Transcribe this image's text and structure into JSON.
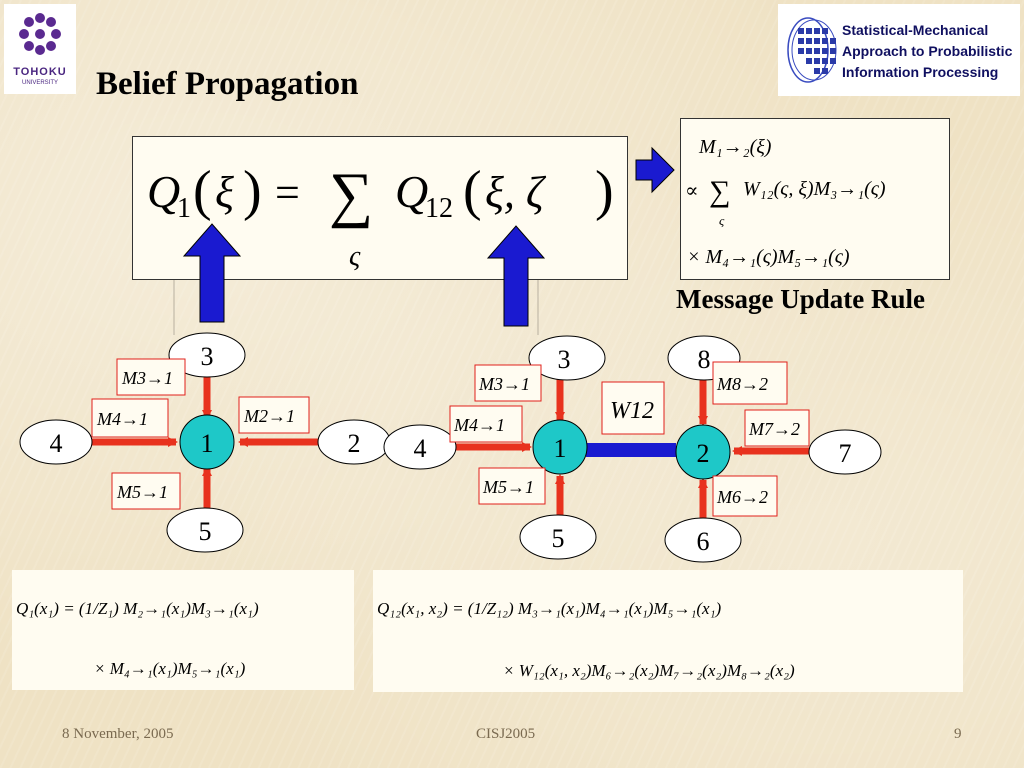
{
  "title": "Belief Propagation",
  "logo_left": {
    "line1": "TOHOKU",
    "line2": "UNIVERSITY"
  },
  "logo_right": {
    "line1": "Statistical-Mechanical",
    "line2": "Approach to Probabilistic",
    "line3": "Information Processing"
  },
  "main_equation": {
    "lhs_symbol": "Q",
    "lhs_sub": "1",
    "lhs_arg": "ξ",
    "equals": "=",
    "sum": "∑",
    "sum_index": "ς",
    "rhs_symbol": "Q",
    "rhs_sub": "12",
    "rhs_args": "ξ, ζ"
  },
  "update_rule": {
    "line1": "M₁→₂(ξ)",
    "line2_prefix": "∝",
    "line2": "W₁₂(ς, ξ)M₃→₁(ς)",
    "sum_index": "ς",
    "line3": "× M₄→₁(ς)M₅→₁(ς)",
    "caption": "Message Update Rule"
  },
  "left_graph": {
    "center_node": "1",
    "nodes": {
      "top": "3",
      "left": "4",
      "right": "2",
      "bottom": "5"
    },
    "messages": {
      "top": "M3→1",
      "left": "M4→1",
      "right": "M2→1",
      "bottom": "M5→1"
    }
  },
  "right_graph": {
    "node_a": "1",
    "node_b": "2",
    "neighbors_a": {
      "top": "3",
      "left": "4",
      "bottom": "5"
    },
    "neighbors_b": {
      "top": "8",
      "right": "7",
      "bottom": "6"
    },
    "edge_label": "W12",
    "messages": {
      "a_top": "M3→1",
      "a_left": "M4→1",
      "a_bottom": "M5→1",
      "b_top": "M8→2",
      "b_right": "M7→2",
      "b_bottom": "M6→2"
    }
  },
  "formula_left": {
    "line1": "Q₁(x₁) = (1/Z₁) M₂→₁(x₁)M₃→₁(x₁)",
    "line2": "× M₄→₁(x₁)M₅→₁(x₁)"
  },
  "formula_right": {
    "line1": "Q₁₂(x₁, x₂) = (1/Z₁₂) M₃→₁(x₁)M₄→₁(x₁)M₅→₁(x₁)",
    "line2": "× W₁₂(x₁, x₂)M₆→₂(x₂)M₇→₂(x₂)M₈→₂(x₂)"
  },
  "footer": {
    "date": "8 November, 2005",
    "conference": "CISJ2005",
    "page": "9"
  },
  "colors": {
    "node_fill": "#1ec8c8",
    "arrow_red": "#e8321e",
    "arrow_blue": "#1a1ad0",
    "label_border": "#e0201a"
  }
}
